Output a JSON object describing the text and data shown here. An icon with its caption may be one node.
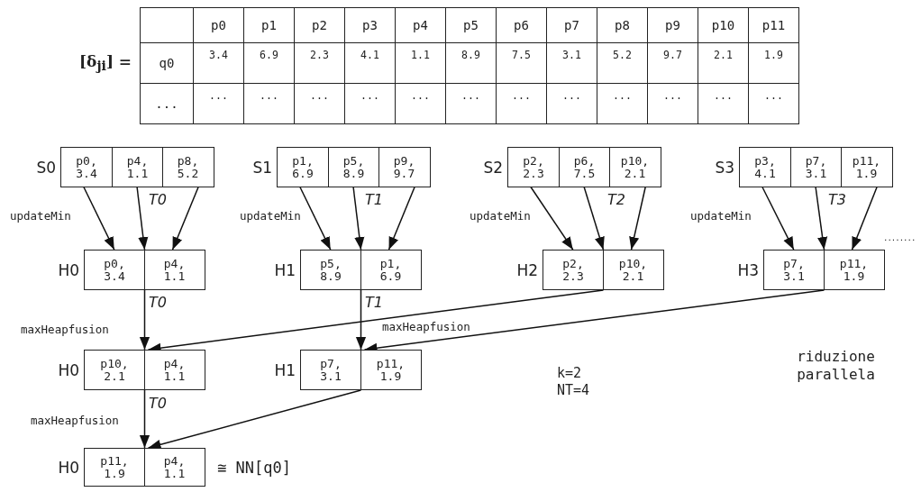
{
  "diagram": {
    "nodes": [
      {
        "text": [
          "S0"
        ]
      },
      {
        "text": [
          "p0, 3.4"
        ],
        "in": 0
      },
      {
        "text": [
          "p4, 1.1"
        ],
        "in": 0
      },
      {
        "text": [
          "p8, 5.2"
        ],
        "in": 0
      },
      {
        "text": [
          "S1"
        ]
      },
      {
        "text": [
          "p1, 6.9"
        ],
        "in": 4
      },
      {
        "text": [
          "p5, 8.9"
        ],
        "in": 4
      },
      {
        "text": [
          "p9, 9.7"
        ],
        "in": 4
      },
      {
        "text": [
          "S2"
        ]
      },
      {
        "text": [
          "p2, 2.3"
        ],
        "in": 8
      },
      {
        "text": [
          "p6, 7.5"
        ],
        "in": 8
      },
      {
        "text": [
          "p10, 2.1"
        ],
        "in": 8
      },
      {
        "text": [
          "S3"
        ]
      },
      {
        "text": [
          "p3, 4.1"
        ],
        "in": 12
      },
      {
        "text": [
          "p7, 3.1"
        ],
        "in": 12
      },
      {
        "text": [
          "p11, 1.9"
        ],
        "in": 12
      },
      {
        "text": [
          "H0"
        ]
      },
      {
        "text": [
          "p0, 3.4"
        ],
        "in": 16
      },
      {
        "text": [
          "p4, 1.1"
        ],
        "in": 16
      },
      {
        "text": [
          "H1"
        ]
      },
      {
        "text": [
          "p5, 8.9"
        ],
        "in": 19
      },
      {
        "text": [
          "p1, 6.9"
        ],
        "in": 19
      },
      {
        "text": [
          "H2"
        ]
      },
      {
        "text": [
          "p2, 2.3"
        ],
        "in": 22
      },
      {
        "text": [
          "p10, 2.1"
        ],
        "in": 22
      },
      {
        "text": [
          "H3"
        ]
      },
      {
        "text": [
          "p7, 3.1"
        ],
        "in": 25
      },
      {
        "text": [
          "p11, 1.9"
        ],
        "in": 25
      },
      {
        "text": [
          "H0"
        ]
      },
      {
        "text": [
          "p10, 2.1"
        ],
        "in": 28
      },
      {
        "text": [
          "p4, 1.1"
        ],
        "in": 28
      },
      {
        "text": [
          "H1"
        ]
      },
      {
        "text": [
          "p7, 3.1"
        ],
        "in": 31
      },
      {
        "text": [
          "p11, 1.9"
        ],
        "in": 31
      },
      {
        "text": [
          "H0"
        ],
        "beside": [
          "≅ NN[q0]"
        ]
      },
      {
        "text": [
          "p11, 1.9"
        ],
        "in": 34
      },
      {
        "text": [
          "p4, 1.1"
        ],
        "in": 34
      }
    ],
    "edges": [
      {
        "from": 1,
        "to": 16,
        "arrow": "to",
        "label": "updateMin"
      },
      {
        "from": 2,
        "to": 16,
        "arrow": "to",
        "label": "T0"
      },
      {
        "from": 3,
        "to": 16,
        "arrow": "to"
      },
      {
        "from": 5,
        "to": 19,
        "arrow": "to",
        "label": "updateMin"
      },
      {
        "from": 6,
        "to": 19,
        "arrow": "to",
        "label": "T1"
      },
      {
        "from": 7,
        "to": 19,
        "arrow": "to"
      },
      {
        "from": 9,
        "to": 22,
        "arrow": "to",
        "label": "updateMin"
      },
      {
        "from": 10,
        "to": 22,
        "arrow": "to",
        "label": "T2"
      },
      {
        "from": 11,
        "to": 22,
        "arrow": "to"
      },
      {
        "from": 13,
        "to": 25,
        "arrow": "to",
        "label": "updateMin"
      },
      {
        "from": 14,
        "to": 25,
        "arrow": "to",
        "label": "T3"
      },
      {
        "from": 15,
        "to": 25,
        "arrow": "to"
      },
      {
        "from": 16,
        "to": 28,
        "arrow": "to",
        "label": "T0"
      },
      {
        "from": 22,
        "to": 28,
        "arrow": "to",
        "label": "maxHeapfusion"
      },
      {
        "from": 19,
        "to": 31,
        "arrow": "to",
        "label": "T1"
      },
      {
        "from": 25,
        "to": 31,
        "arrow": "to",
        "label": "maxHeapfusion"
      },
      {
        "from": 28,
        "to": 34,
        "arrow": "to",
        "label": "T0"
      },
      {
        "from": 31,
        "to": 34,
        "arrow": "to",
        "label": "maxHeapfusion"
      }
    ],
    "labels": [
      "p0",
      "p1",
      "p2",
      "p3",
      "p4",
      "p5",
      "p6",
      "p7",
      "p8",
      "p9",
      "p10",
      "p11",
      "[δ$_{ji}$] =",
      "q0",
      "3.4",
      "6.9",
      "2.3",
      "4.1",
      "1.1",
      "8.9",
      "7.5",
      "3.1",
      "5.2",
      "9.7",
      "2.1",
      "1.9",
      "...",
      "...",
      "...",
      "...",
      "...",
      "...",
      "...",
      "...",
      "...",
      "...",
      "...",
      "...",
      "...",
      "........",
      "riduzione parallela",
      "k=2",
      "NT=4"
    ]
  }
}
